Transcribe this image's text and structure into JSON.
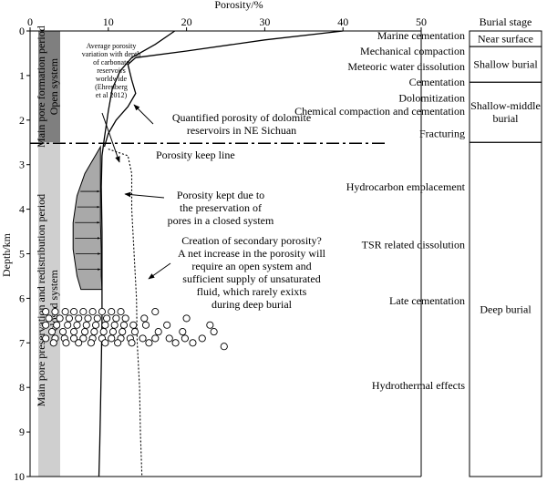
{
  "chart_data": {
    "type": "line",
    "xlabel": "Porosity/%",
    "ylabel": "Depth/km",
    "xlim": [
      0,
      50
    ],
    "ylim": [
      0,
      10
    ],
    "x_ticks": [
      0,
      10,
      20,
      30,
      40,
      50
    ],
    "y_ticks": [
      0,
      1,
      2,
      3,
      4,
      5,
      6,
      7,
      8,
      9,
      10
    ],
    "series": [
      {
        "style": "solid",
        "points": [
          [
            18.5,
            0
          ],
          [
            16,
            0.3
          ],
          [
            13,
            0.6
          ],
          [
            11.5,
            0.9
          ],
          [
            10.5,
            1.3
          ],
          [
            10,
            1.8
          ],
          [
            9.5,
            2.4
          ],
          [
            9.2,
            2.8
          ],
          [
            9.1,
            3.5
          ],
          [
            9.2,
            4.5
          ],
          [
            9.2,
            5.5
          ],
          [
            9.2,
            6.5
          ],
          [
            9.1,
            7.5
          ],
          [
            9,
            8.5
          ],
          [
            8.9,
            9.3
          ],
          [
            8.8,
            10
          ]
        ]
      },
      {
        "style": "solid",
        "points": [
          [
            40,
            0
          ],
          [
            30,
            0.2
          ],
          [
            20,
            0.45
          ],
          [
            13.5,
            0.6
          ],
          [
            12.5,
            0.75
          ],
          [
            13,
            1.1
          ],
          [
            13.5,
            1.4
          ],
          [
            12.5,
            1.7
          ],
          [
            11,
            2
          ],
          [
            10,
            2.3
          ],
          [
            9.5,
            2.6
          ]
        ]
      },
      {
        "style": "dotted",
        "points": [
          [
            10,
            2.65
          ],
          [
            12.5,
            2.8
          ],
          [
            13,
            3.2
          ],
          [
            13,
            4
          ],
          [
            13.3,
            5
          ],
          [
            13.6,
            6
          ],
          [
            13.7,
            7
          ],
          [
            14,
            8
          ],
          [
            14.1,
            9
          ],
          [
            14.3,
            10
          ]
        ]
      }
    ],
    "shaded_region": {
      "left": [
        [
          9,
          2.6
        ],
        [
          7,
          3.2
        ],
        [
          6,
          3.7
        ],
        [
          5.5,
          4.3
        ],
        [
          5.5,
          4.9
        ],
        [
          6,
          5.5
        ],
        [
          6.5,
          5.8
        ]
      ],
      "right": [
        [
          9,
          2.6
        ],
        [
          9,
          3.2
        ],
        [
          9,
          3.7
        ],
        [
          9,
          4.3
        ],
        [
          9.1,
          4.9
        ],
        [
          9.1,
          5.5
        ],
        [
          9.2,
          5.8
        ]
      ]
    },
    "scatter": [
      [
        2,
        6.3
      ],
      [
        3.2,
        6.3
      ],
      [
        4.5,
        6.3
      ],
      [
        5.6,
        6.3
      ],
      [
        6.8,
        6.3
      ],
      [
        8,
        6.3
      ],
      [
        9.2,
        6.3
      ],
      [
        10.4,
        6.3
      ],
      [
        11.6,
        6.3
      ],
      [
        16,
        6.3
      ],
      [
        2.4,
        6.45
      ],
      [
        3.8,
        6.45
      ],
      [
        5,
        6.45
      ],
      [
        6.2,
        6.45
      ],
      [
        7.4,
        6.45
      ],
      [
        8.6,
        6.45
      ],
      [
        9.8,
        6.45
      ],
      [
        11,
        6.45
      ],
      [
        12.2,
        6.45
      ],
      [
        14.6,
        6.45
      ],
      [
        20,
        6.45
      ],
      [
        2,
        6.6
      ],
      [
        3.4,
        6.6
      ],
      [
        4.8,
        6.6
      ],
      [
        6,
        6.6
      ],
      [
        7.2,
        6.6
      ],
      [
        8.4,
        6.6
      ],
      [
        9.6,
        6.6
      ],
      [
        10.8,
        6.6
      ],
      [
        12,
        6.6
      ],
      [
        13.2,
        6.6
      ],
      [
        14.8,
        6.6
      ],
      [
        17.5,
        6.6
      ],
      [
        23,
        6.6
      ],
      [
        2.8,
        6.75
      ],
      [
        4.2,
        6.75
      ],
      [
        5.6,
        6.75
      ],
      [
        7,
        6.75
      ],
      [
        8.2,
        6.75
      ],
      [
        9.4,
        6.75
      ],
      [
        10.6,
        6.75
      ],
      [
        11.8,
        6.75
      ],
      [
        13.4,
        6.75
      ],
      [
        16.4,
        6.75
      ],
      [
        19.5,
        6.75
      ],
      [
        23.5,
        6.75
      ],
      [
        2,
        6.9
      ],
      [
        3.2,
        6.9
      ],
      [
        4.4,
        6.9
      ],
      [
        5.6,
        6.9
      ],
      [
        6.8,
        6.9
      ],
      [
        8,
        6.9
      ],
      [
        9.2,
        6.9
      ],
      [
        10.4,
        6.9
      ],
      [
        11.6,
        6.9
      ],
      [
        12.8,
        6.9
      ],
      [
        14.4,
        6.9
      ],
      [
        16,
        6.9
      ],
      [
        17.8,
        6.9
      ],
      [
        19.8,
        6.9
      ],
      [
        22,
        6.9
      ],
      [
        3,
        7.0
      ],
      [
        4.6,
        7.0
      ],
      [
        6.2,
        7.0
      ],
      [
        7.8,
        7.0
      ],
      [
        9.6,
        7.0
      ],
      [
        11.2,
        7.0
      ],
      [
        13,
        7.0
      ],
      [
        15.2,
        7.0
      ],
      [
        18.6,
        7.0
      ],
      [
        20.8,
        7.0
      ],
      [
        24.8,
        7.08
      ]
    ],
    "vertical_bar": {
      "top_label": "Main pore formation period\nOpen system",
      "bottom_label": "Main pore preservation and redistribution period\nclosed system",
      "top_range": [
        0,
        2.5
      ],
      "bottom_range": [
        2.5,
        10
      ],
      "top_color": "#7f7f7f",
      "bottom_color": "#cfcfcf"
    },
    "keep_line": {
      "depth": 2.5,
      "label": "Porosity keep line"
    },
    "annotations": [
      {
        "text": "Average porosity\nvariation with depth\nof carbonate\nreservoirs\nworldwide\n(Ehrenberg\net al 2012)"
      },
      {
        "text": "Quantified porosity of dolomite\nreservoirs in NE Sichuan"
      },
      {
        "text": "Porosity kept due to\nthe preservation of\npores in a closed system"
      },
      {
        "text": "Creation of secondary porosity?\nA net increase in the porosity will\nrequire an open system and\nsufficient supply of unsaturated\nfluid, which rarely exixts\nduring deep burial"
      }
    ],
    "processes": [
      {
        "label": "Marine cementation",
        "depth": 0.1
      },
      {
        "label": "Mechanical compaction",
        "depth": 0.45
      },
      {
        "label": "Meteoric water dissolution",
        "depth": 0.8
      },
      {
        "label": "Cementation",
        "depth": 1.15
      },
      {
        "label": "Dolomitization",
        "depth": 1.5
      },
      {
        "label": "Chemical compaction and cementation",
        "depth": 1.8
      },
      {
        "label": "Fracturing",
        "depth": 2.3
      },
      {
        "label": "Hydrocarbon emplacement",
        "depth": 3.5
      },
      {
        "label": "TSR related dissolution",
        "depth": 4.8
      },
      {
        "label": "Late cementation",
        "depth": 6.05
      },
      {
        "label": "Hydrothermal effects",
        "depth": 7.95
      }
    ],
    "burial_stage": {
      "title": "Burial stage",
      "stages": [
        {
          "label": "Near surface",
          "from": 0,
          "to": 0.35
        },
        {
          "label": "Shallow burial",
          "from": 0.35,
          "to": 1.15
        },
        {
          "label": "Shallow-middle\nburial",
          "from": 1.15,
          "to": 2.5
        },
        {
          "label": "Deep burial",
          "from": 2.5,
          "to": 10
        }
      ]
    }
  }
}
